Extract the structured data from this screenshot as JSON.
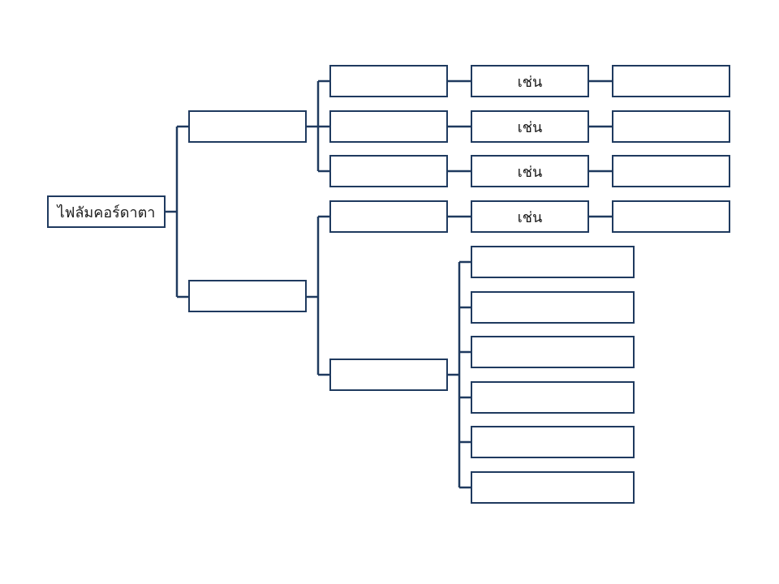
{
  "diagram": {
    "line_color": "#1f3a5f",
    "root": {
      "label": "ไฟลัมคอร์ดาตา"
    },
    "example_word": "เช่น",
    "branch_top": {
      "label": "",
      "children": [
        {
          "label": "",
          "example": "เช่น",
          "result": ""
        },
        {
          "label": "",
          "example": "เช่น",
          "result": ""
        },
        {
          "label": "",
          "example": "เช่น",
          "result": ""
        }
      ]
    },
    "branch_bottom": {
      "label": "",
      "child_first": {
        "label": "",
        "example": "เช่น",
        "result": ""
      },
      "child_second": {
        "label": "",
        "items": [
          "",
          "",
          "",
          "",
          "",
          ""
        ]
      }
    }
  }
}
